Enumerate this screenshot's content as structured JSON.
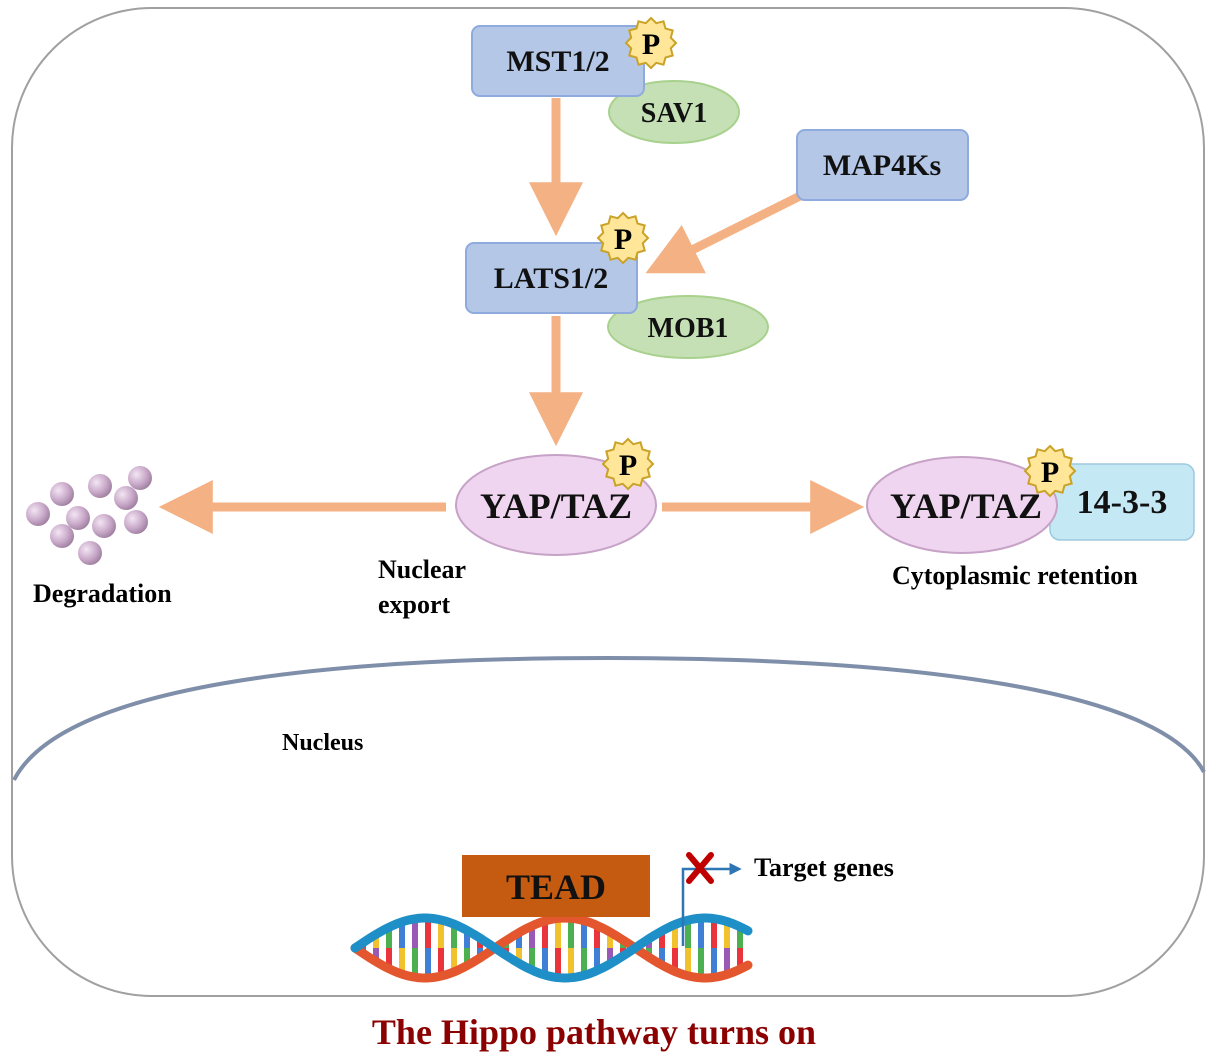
{
  "colors": {
    "kinase_fill": "#b4c7e7",
    "kinase_stroke": "#8faadc",
    "adaptor_fill": "#c5e0b4",
    "adaptor_stroke": "#a9d18e",
    "yap_fill": "#efd5ef",
    "yap_stroke": "#c7a2c7",
    "box1433_fill": "#c5e8f5",
    "arrow": "#f4b183",
    "phospho_fill": "#ffe699",
    "phospho_stroke": "#c9a227",
    "tead_fill": "#c55a11",
    "title": "#8b0000",
    "nucleus_line": "#7f8fa9",
    "cell_border": "#a0a0a0",
    "block_x": "#c00000",
    "target_arrow": "#2e75b6"
  },
  "nodes": {
    "mst": "MST1/2",
    "sav": "SAV1",
    "map4k": "MAP4Ks",
    "lats": "LATS1/2",
    "mob": "MOB1",
    "yap_center": "YAP/TAZ",
    "yap_right": "YAP/TAZ",
    "box1433": "14-3-3",
    "tead": "TEAD"
  },
  "phospho_label": "P",
  "labels": {
    "degradation": "Degradation",
    "nuclear_export_line1": "Nuclear",
    "nuclear_export_line2": "export",
    "cytoplasmic_retention": "Cytoplasmic retention",
    "nucleus": "Nucleus",
    "target_genes": "Target genes"
  },
  "title": "The Hippo pathway turns on"
}
